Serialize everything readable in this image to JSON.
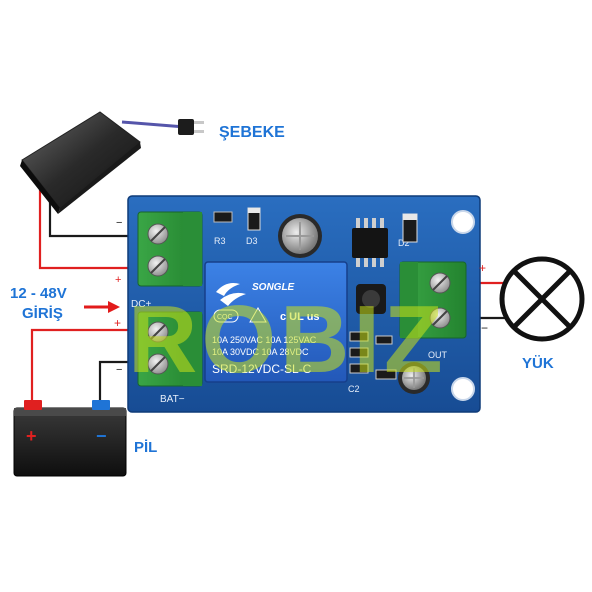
{
  "labels": {
    "mains": "ŞEBEKE",
    "input_voltage": "12 - 48V",
    "input_word": "GİRİŞ",
    "load": "YÜK",
    "battery": "PİL"
  },
  "pcb": {
    "dc_plus": "DC+",
    "bat_minus": "BAT−",
    "out": "OUT",
    "r3": "R3",
    "d3": "D3",
    "d2": "D2",
    "c2": "C2",
    "terminal_minus": "−",
    "terminal_plus": "+",
    "out_plus": "+",
    "out_minus": "−",
    "bat_plus": "+",
    "bat_minus_sign": "−"
  },
  "relay": {
    "brand": "SONGLE",
    "cert1": "CQC",
    "cert2": "c UL us",
    "rating1": "10A 250VAC   10A 125VAC",
    "rating2": "10A  30VDC   10A  28VDC",
    "model": "SRD-12VDC-SL-C"
  },
  "battery": {
    "plus": "+",
    "minus": "−"
  },
  "watermark": "ROBIZ",
  "colors": {
    "pcb_blue": "#1e5aa8",
    "terminal_green": "#2f9a3c",
    "relay_blue": "#2e6fd6",
    "label_blue": "#1f74d6",
    "wire_red": "#e02020",
    "arrow_red": "#e21b1b"
  }
}
